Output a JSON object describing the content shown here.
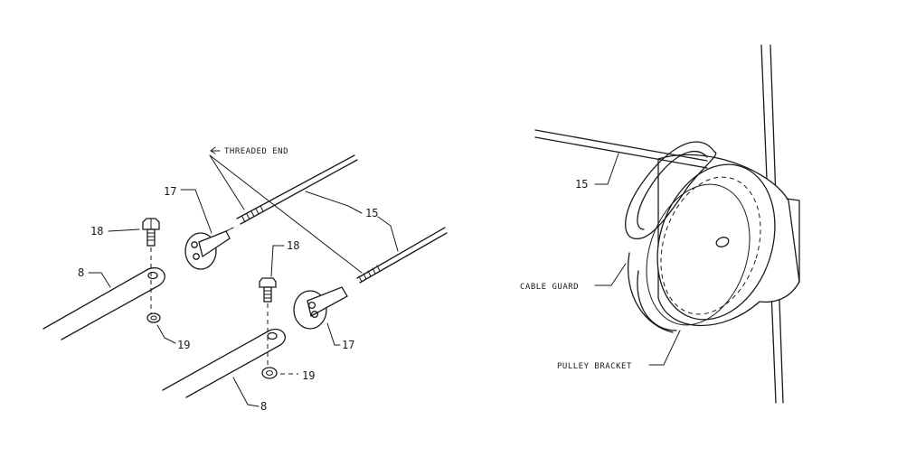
{
  "labels": {
    "threaded_end": "THREADED END",
    "part_15_a": "15",
    "part_17_a": "17",
    "part_18_a": "18",
    "part_8_a": "8",
    "part_19_a": "19",
    "part_18_b": "18",
    "part_17_b": "17",
    "part_19_b": "19",
    "part_8_b": "8",
    "part_15_b": "15",
    "cable_guard": "CABLE GUARD",
    "pulley_bracket": "PULLEY BRACKET"
  }
}
